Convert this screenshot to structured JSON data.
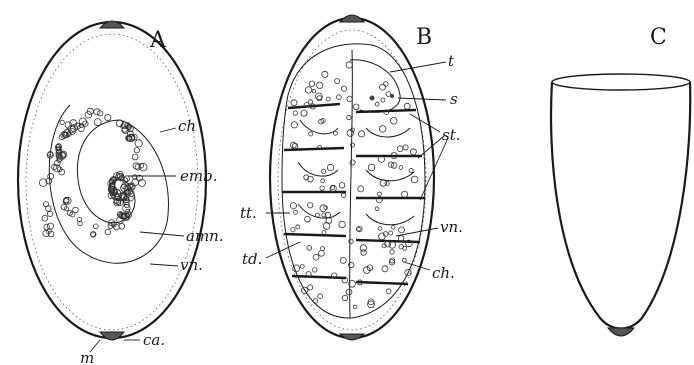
{
  "panels": {
    "a": {
      "letter": "A"
    },
    "b": {
      "letter": "B"
    },
    "c": {
      "letter": "C"
    }
  },
  "labels": {
    "a": {
      "ch": "ch",
      "emb": "emb.",
      "amn": "amn.",
      "vn": "vn.",
      "ca": "ca.",
      "m": "m"
    },
    "b": {
      "t": "t",
      "s": "s",
      "st": "st.",
      "tt": "tt.",
      "td": "td.",
      "vn": "vn.",
      "ch": "ch."
    }
  }
}
